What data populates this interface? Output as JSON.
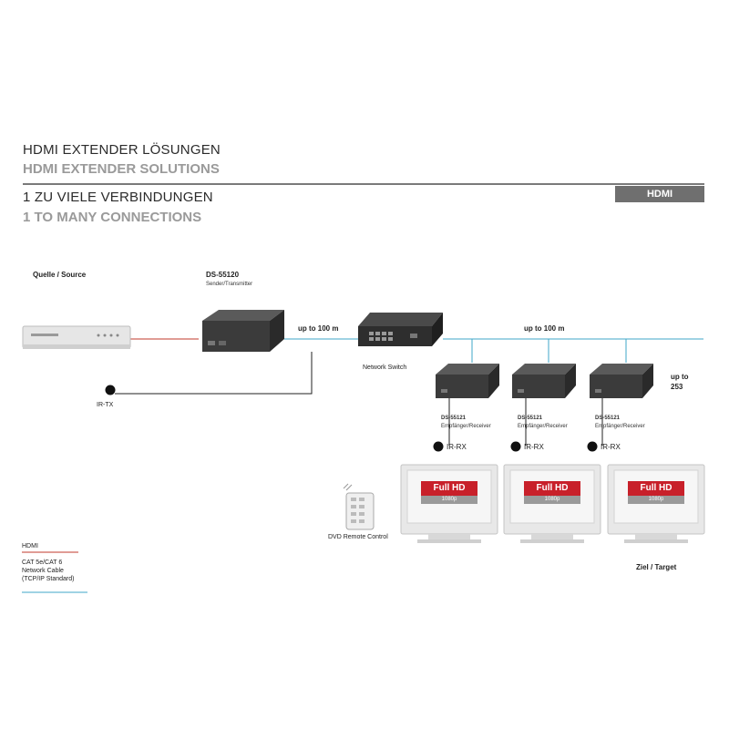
{
  "header": {
    "title_de": "HDMI EXTENDER LÖSUNGEN",
    "title_en": "HDMI EXTENDER SOLUTIONS",
    "subtitle_de": "1 ZU VIELE VERBINDUNGEN",
    "subtitle_en": "1 TO MANY CONNECTIONS",
    "tag": "HDMI"
  },
  "source": {
    "label": "Quelle / Source"
  },
  "transmitter": {
    "model": "DS-55120",
    "desc": "Sender/Transmitter"
  },
  "links": {
    "distance_left": "up to 100 m",
    "distance_right": "up to 100 m",
    "up_to_count_line1": "up to",
    "up_to_count_line2": "253"
  },
  "switch": {
    "label": "Network Switch"
  },
  "ir_tx": {
    "label": "IR-TX"
  },
  "receivers": [
    {
      "model": "DS-55121",
      "desc": "Empfänger/Receiver",
      "ir": "IR-RX"
    },
    {
      "model": "DS-55121",
      "desc": "Empfänger/Receiver",
      "ir": "IR-RX"
    },
    {
      "model": "DS-55121",
      "desc": "Empfänger/Receiver",
      "ir": "IR-RX"
    }
  ],
  "displays": [
    {
      "badge": "Full HD",
      "res": "1080p"
    },
    {
      "badge": "Full HD",
      "res": "1080p"
    },
    {
      "badge": "Full HD",
      "res": "1080p"
    }
  ],
  "remote": {
    "label": "DVD Remote Control"
  },
  "target": {
    "label": "Ziel / Target"
  },
  "legend": {
    "hdmi": "HDMI",
    "cat_line1": "CAT 5e/CAT 6",
    "cat_line2": "Network Cable",
    "cat_line3": "(TCP/IP Standard)"
  },
  "colors": {
    "hdmi_line": "#c0392b",
    "network_line": "#3fa7c9",
    "badge_red": "#c8202a",
    "tag_grey": "#6f6f6f"
  }
}
